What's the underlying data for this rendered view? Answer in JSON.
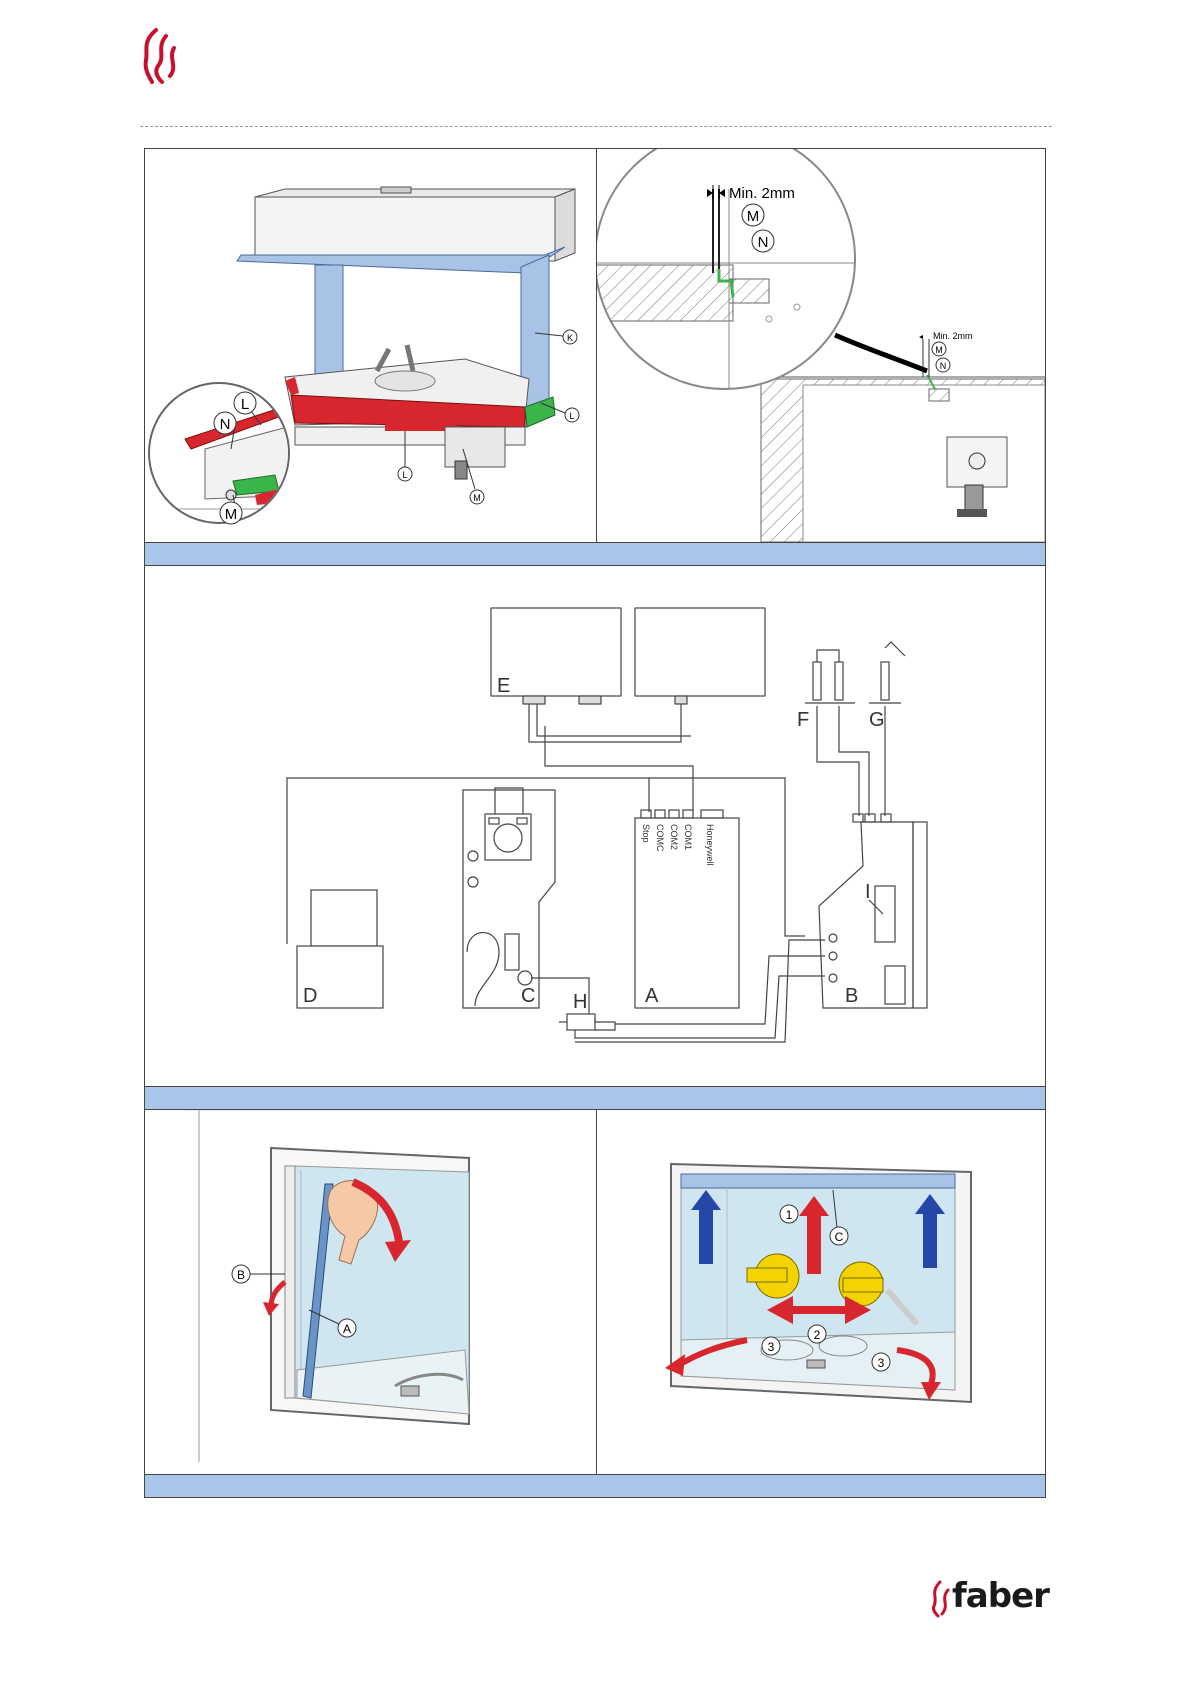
{
  "header": {
    "logo_icon": "flame-icon",
    "logo_color": "#c8102e"
  },
  "footer": {
    "brand_text": "faber",
    "brand_icon": "flame-icon"
  },
  "figures": {
    "fig1": {
      "labels": {
        "k": "K",
        "l_right": "L",
        "l_bottom": "L",
        "m_bottom": "M",
        "inset_l": "L",
        "inset_n": "N",
        "inset_m": "M"
      }
    },
    "fig2": {
      "dim_text": "Min. 2mm",
      "m": "M",
      "n": "N",
      "small_dim_text": "Min. 2mm",
      "small_m": "M",
      "small_n": "N"
    },
    "fig3": {
      "labels": {
        "a": "A",
        "b": "B",
        "c": "C",
        "d": "D",
        "e": "E",
        "f": "F",
        "g": "G",
        "h": "H",
        "i": "I"
      },
      "ports": {
        "p1": "Stop",
        "p2": "COMC",
        "p3": "COM2",
        "p4": "COM1",
        "p5": "Honeywell"
      }
    },
    "fig4": {
      "labels": {
        "a": "A",
        "b": "B"
      }
    },
    "fig5": {
      "labels": {
        "c": "C",
        "n1": "1",
        "n2": "2",
        "n3a": "3",
        "n3b": "3"
      }
    }
  },
  "colors": {
    "caption_bar": "#a9c6ea",
    "highlight_red": "#d7262e",
    "highlight_green": "#3ab54a",
    "panel_blue": "#a9c3e6"
  }
}
